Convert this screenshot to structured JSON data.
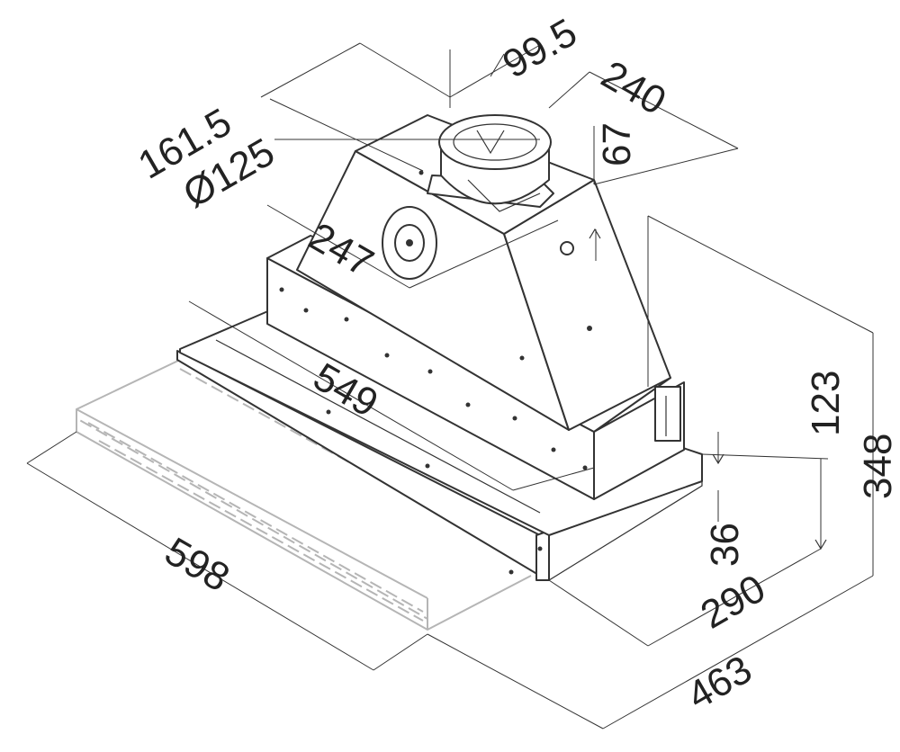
{
  "dimensions": {
    "d99_5": "99.5",
    "d240": "240",
    "d161_5": "161.5",
    "d125": "Ø125",
    "d67": "67",
    "d247": "247",
    "d549": "549",
    "d123": "123",
    "d348": "348",
    "d36": "36",
    "d290": "290",
    "d598": "598",
    "d463": "463"
  },
  "colors": {
    "line": "#333333",
    "ghost": "#b5b5b5",
    "background": "#ffffff"
  }
}
